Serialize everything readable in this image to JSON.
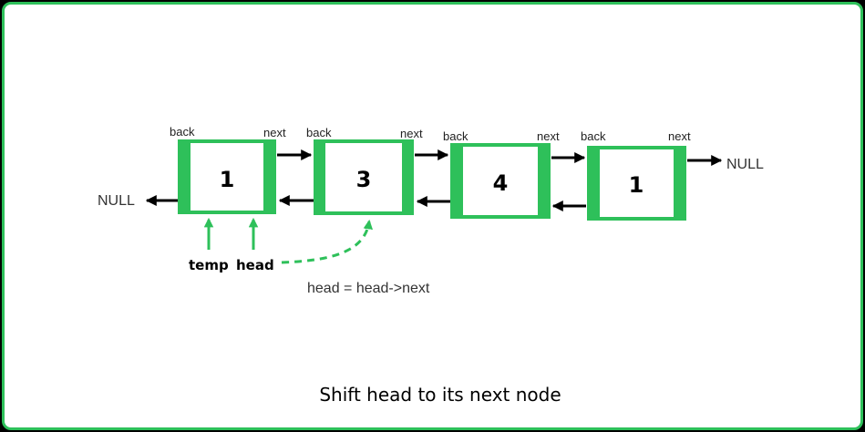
{
  "nodes": [
    {
      "value": "1",
      "back_label": "back",
      "next_label": "next"
    },
    {
      "value": "3",
      "back_label": "back",
      "next_label": "next"
    },
    {
      "value": "4",
      "back_label": "back",
      "next_label": "next"
    },
    {
      "value": "1",
      "back_label": "back",
      "next_label": "next"
    }
  ],
  "null_left": "NULL",
  "null_right": "NULL",
  "pointers": {
    "temp": "temp",
    "head": "head"
  },
  "operation": "head = head->next",
  "caption": "Shift head to its next node",
  "colors": {
    "accent_green": "#2ec05a",
    "arrow": "#000000",
    "background": "#ffffff",
    "outer": "#000000"
  }
}
